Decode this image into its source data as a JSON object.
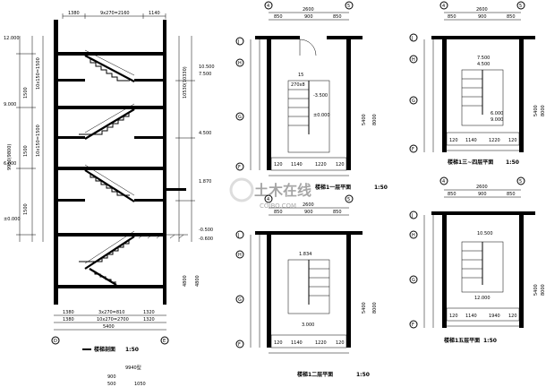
{
  "section": {
    "caption": "楼梯剖面",
    "scale": "1:50",
    "top_dims": [
      "1380",
      "9x270=2160",
      "1140"
    ],
    "bottom_dims_row1": [
      "1380",
      "3x270=810",
      "1320"
    ],
    "bottom_dims_row2": [
      "1380",
      "10x270=2700",
      "1320"
    ],
    "bottom_total": "5400",
    "axis_left": "D",
    "axis_right": "E",
    "levels_left": [
      "12.000",
      "9.000",
      "6.000",
      "±0.000"
    ],
    "levels_right": [
      "10.500",
      "7.500",
      "4.500",
      "1.870",
      "-0.500",
      "-0.600"
    ],
    "notes": [
      "9940型",
      "900",
      "500",
      "1050"
    ]
  },
  "plans": [
    {
      "caption": "楼梯1一层平面",
      "scale": "1:50",
      "top_dims": [
        "2600",
        "850",
        "900",
        "850"
      ],
      "axes_top": [
        "4",
        "5"
      ],
      "axes_left": [
        "J",
        "H",
        "G",
        "F"
      ],
      "labels": [
        "15",
        "270x8",
        "-3.500",
        "±0.000",
        "5400",
        "8000"
      ],
      "bottom_dims": [
        "120",
        "1140",
        "1220",
        "120"
      ]
    },
    {
      "caption": "楼梯1二层平面",
      "scale": "1:50",
      "top_dims": [
        "2600",
        "850",
        "900",
        "850"
      ],
      "axes_top": [
        "4",
        "5"
      ],
      "axes_left": [
        "J",
        "H",
        "G",
        "F"
      ],
      "labels": [
        "1.834",
        "3.000",
        "5400",
        "8000"
      ],
      "bottom_dims": [
        "120",
        "1140",
        "1220",
        "120"
      ]
    },
    {
      "caption": "楼梯1三~四层平面",
      "scale": "1:50",
      "top_dims": [
        "2600",
        "850",
        "900",
        "850"
      ],
      "axes_top": [
        "4",
        "5"
      ],
      "axes_left": [
        "J",
        "H",
        "G",
        "F"
      ],
      "labels": [
        "7.500",
        "4.500",
        "6.000",
        "9.000",
        "5400",
        "8000"
      ],
      "bottom_dims": [
        "120",
        "1140",
        "1220",
        "120"
      ]
    },
    {
      "caption": "楼梯1五层平面",
      "scale": "1:50",
      "top_dims": [
        "2600",
        "850",
        "900",
        "850"
      ],
      "axes_top": [
        "4",
        "5"
      ],
      "axes_left": [
        "J",
        "H",
        "G",
        "F"
      ],
      "labels": [
        "10.500",
        "12.000",
        "5400",
        "8000"
      ],
      "bottom_dims": [
        "120",
        "1140",
        "1940",
        "120"
      ]
    }
  ],
  "watermark": {
    "text": "土木在线",
    "sub": "COIBO.COM"
  }
}
